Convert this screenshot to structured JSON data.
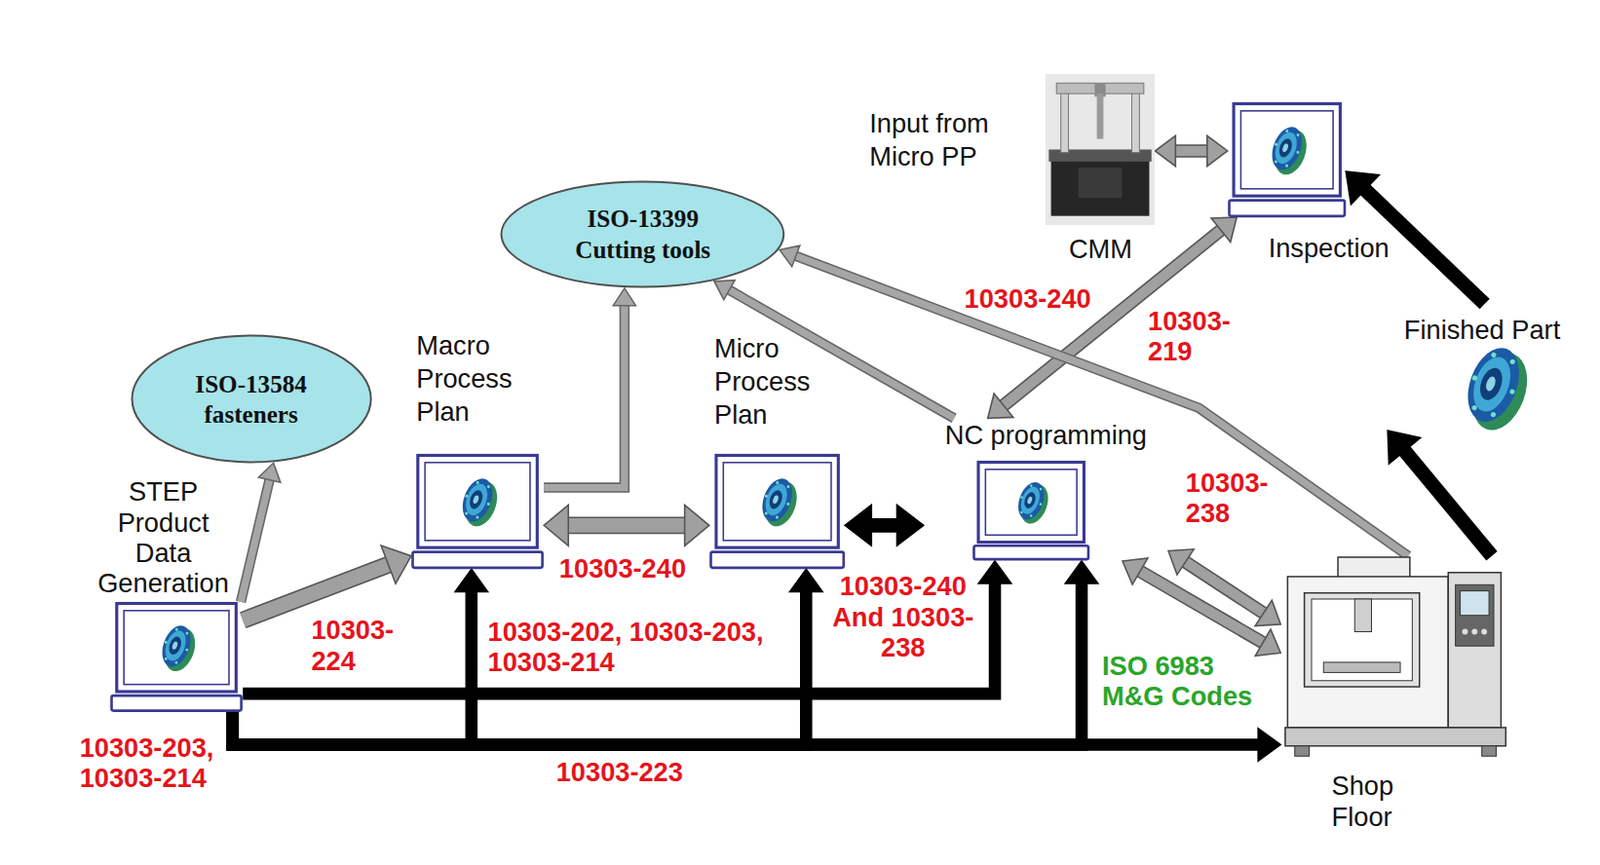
{
  "diagram": {
    "nodes": [
      {
        "text": [
          "CMM"
        ]
      },
      {
        "text": [
          "Inspection"
        ]
      },
      {
        "text": [
          "ISO-13399 Cutting tools"
        ]
      },
      {
        "text": [
          "Finished Part"
        ]
      },
      {
        "text": [
          "ISO-13584 fasteners"
        ]
      },
      {
        "text": [
          "Macro Process Plan"
        ]
      },
      {
        "text": [
          "Micro Process Plan"
        ]
      },
      {
        "text": [
          "NC programming"
        ]
      },
      {
        "text": [
          "STEP Product Data Generation"
        ]
      },
      {
        "text": [
          "Shop Floor"
        ]
      }
    ],
    "edges": [
      {
        "from": 0,
        "to": 1,
        "arrow": "both"
      },
      {
        "from": 1,
        "to": 7,
        "arrow": "both",
        "label": "10303-240"
      },
      {
        "from": 3,
        "to": 1,
        "arrow": "to"
      },
      {
        "from": 8,
        "to": 4,
        "arrow": "to"
      },
      {
        "from": 8,
        "to": 5,
        "arrow": "to",
        "label": "10303-224"
      },
      {
        "from": 5,
        "to": 6,
        "arrow": "both",
        "label": "10303-240"
      },
      {
        "from": 5,
        "to": 2,
        "arrow": "to"
      },
      {
        "from": 6,
        "to": 7,
        "arrow": "both",
        "label": "10303-240 And 10303-238"
      },
      {
        "from": 7,
        "to": 2,
        "arrow": "to"
      },
      {
        "from": 9,
        "to": 2,
        "arrow": "to",
        "label": "10303-238"
      },
      {
        "from": 7,
        "to": 9,
        "arrow": "both",
        "label": "ISO 6983 M&G Codes"
      },
      {
        "from": 7,
        "to": 9,
        "arrow": "both"
      },
      {
        "from": 9,
        "to": 3,
        "arrow": "to"
      },
      {
        "from": 8,
        "to": 7,
        "arrow": "to",
        "label": "10303-202, 10303-203, 10303-214"
      },
      {
        "from": 8,
        "to": 5,
        "arrow": "to"
      },
      {
        "from": 8,
        "to": 6,
        "arrow": "to"
      },
      {
        "from": 8,
        "to": 7,
        "arrow": "to"
      },
      {
        "from": 8,
        "to": 9,
        "arrow": "to",
        "label": "10303-223"
      }
    ],
    "labels": [
      "Input from Micro PP",
      "10303-219",
      "10303-203, 10303-214"
    ]
  }
}
